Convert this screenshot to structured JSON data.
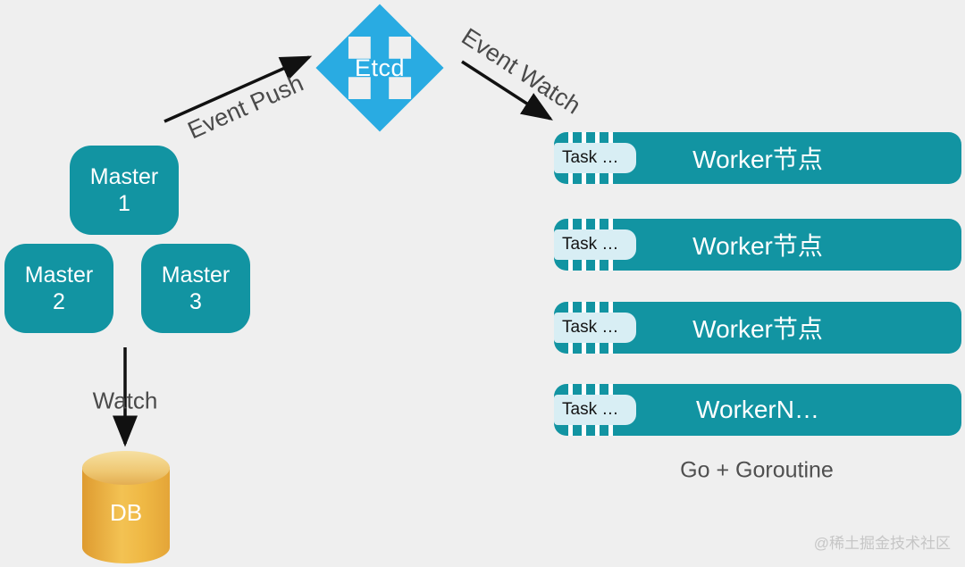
{
  "diagram": {
    "etcd": {
      "label": "Etcd"
    },
    "masters": [
      {
        "name": "Master",
        "num": "1"
      },
      {
        "name": "Master",
        "num": "2"
      },
      {
        "name": "Master",
        "num": "3"
      }
    ],
    "workers": [
      {
        "task": "Task …",
        "label": "Worker节点"
      },
      {
        "task": "Task …",
        "label": "Worker节点"
      },
      {
        "task": "Task …",
        "label": "Worker节点"
      },
      {
        "task": "Task …",
        "label": "WorkerN…"
      }
    ],
    "db": {
      "label": "DB"
    },
    "arrows": {
      "event_push": "Event Push",
      "event_watch": "Event Watch",
      "watch": "Watch"
    },
    "caption": "Go + Goroutine",
    "watermark": "@稀土掘金技术社区"
  },
  "colors": {
    "background": "#EFEFEF",
    "node_teal": "#1294A2",
    "etcd_blue": "#29ABE2",
    "task_badge_blue": "#D8EEF4",
    "db_orange": "#EDB647",
    "arrow_black": "#111111",
    "label_gray": "#4A4A4A",
    "watermark_gray": "#C6C6C6"
  }
}
